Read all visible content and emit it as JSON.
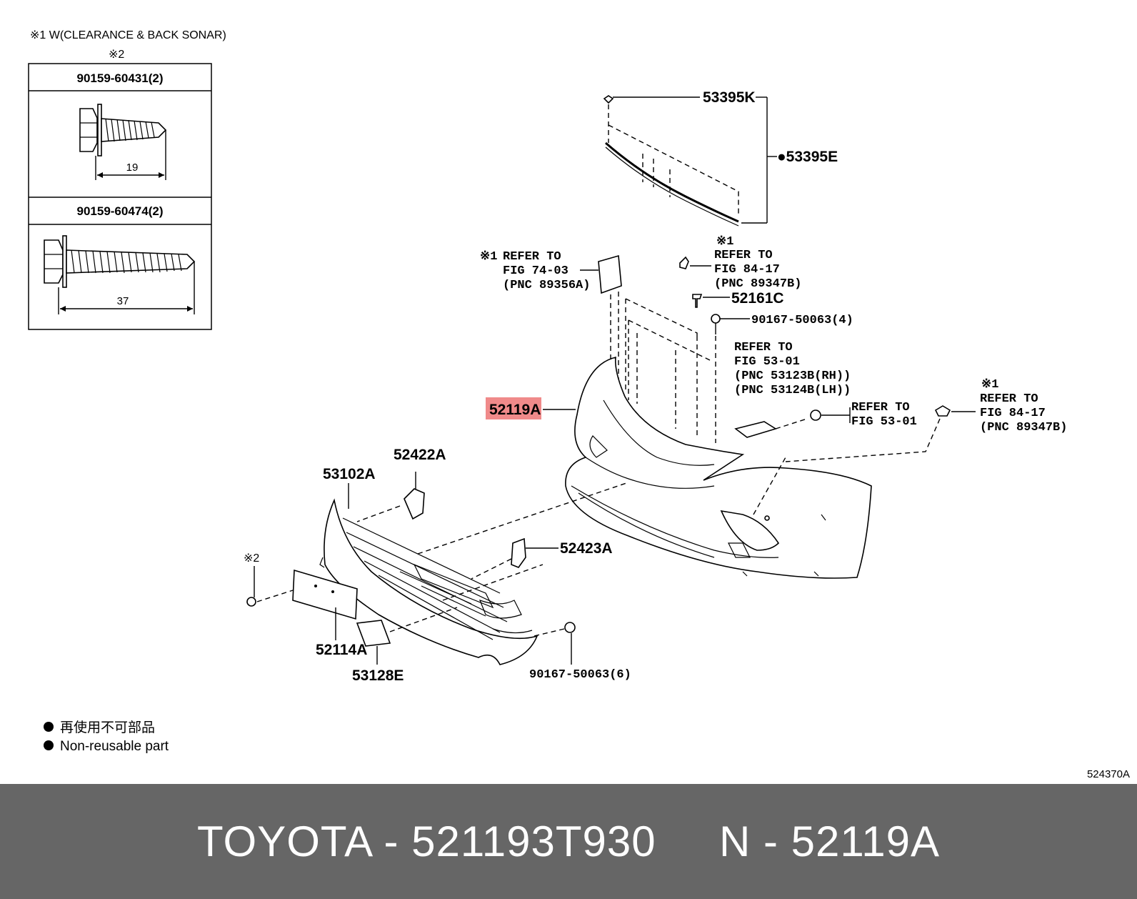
{
  "notes": {
    "n1": "※1 W(CLEARANCE & BACK SONAR)",
    "n2": "※2"
  },
  "bolt_table": {
    "bolt1_part": "90159-60431(2)",
    "bolt1_length": "19",
    "bolt2_part": "90159-60474(2)",
    "bolt2_length": "37"
  },
  "labels": {
    "p53395K": "53395K",
    "p53395E": "●53395E",
    "p52161C": "52161C",
    "p90167a": "90167-50063(4)",
    "p52119A": "52119A",
    "p52422A": "52422A",
    "p53102A": "53102A",
    "p52423A": "52423A",
    "p52114A": "52114A",
    "p53128E": "53128E",
    "p90167b": "90167-50063(6)",
    "star2": "※2"
  },
  "refs": {
    "r1": {
      "mark": "※1",
      "l1": "REFER TO",
      "l2": "FIG 74-03",
      "l3": "(PNC 89356A)"
    },
    "r2": {
      "mark": "※1",
      "l1": "REFER TO",
      "l2": "FIG 84-17",
      "l3": "(PNC 89347B)"
    },
    "r3": {
      "l1": "REFER TO",
      "l2": "FIG 53-01",
      "l3": "(PNC 53123B(RH))",
      "l4": "(PNC 53124B(LH))"
    },
    "r4": {
      "l1": "REFER TO",
      "l2": "FIG 53-01"
    },
    "r5": {
      "mark": "※1",
      "l1": "REFER TO",
      "l2": "FIG 84-17",
      "l3": "(PNC 89347B)"
    }
  },
  "legend": {
    "jp": "再使用不可部品",
    "en": "Non-reusable part"
  },
  "diagram_code": "524370A",
  "highlight_color": "#f08a8a",
  "footer": "TOYOTA - 521193T930     N - 52119A"
}
